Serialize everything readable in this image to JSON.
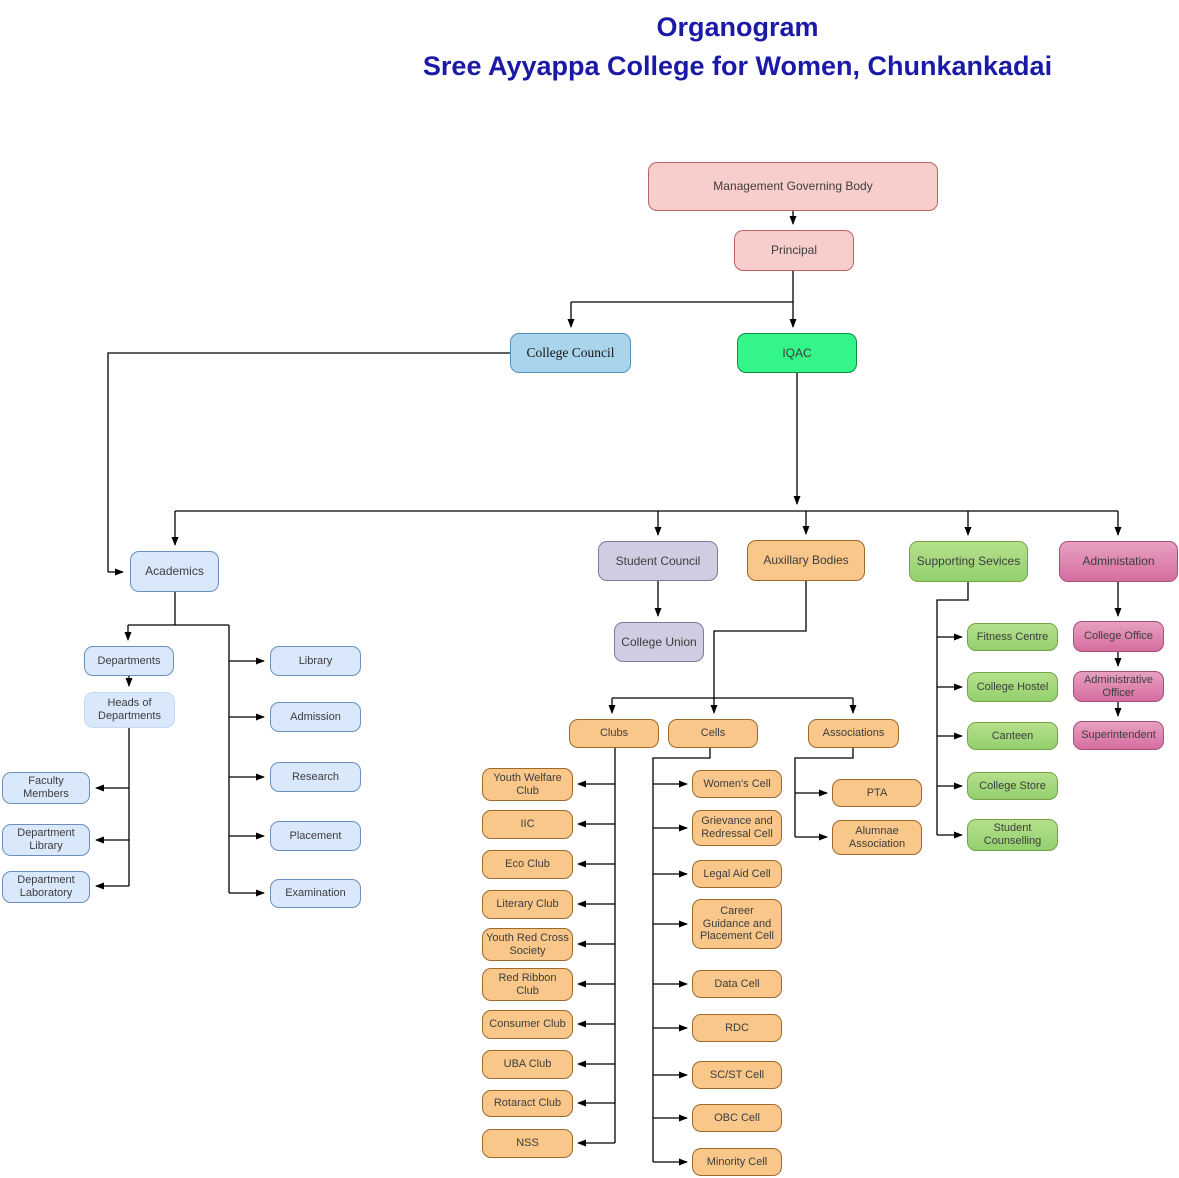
{
  "title": {
    "line1": "Organogram",
    "line2": "Sree Ayyappa College for Women, Chunkankadai"
  },
  "palette": {
    "title_color": "#1b1aa7",
    "pink_fill": "#f8cecc",
    "pink_border": "#bf6360",
    "sky_fill": "#aad4ec",
    "sky_border": "#4f94bd",
    "mint_fill": "#33f588",
    "mint_border": "#0e8c44",
    "blue_fill": "#dae8fc",
    "blue_border": "#6c8ebf",
    "lav_fill": "#cfcde1",
    "lav_border": "#7b7ba0",
    "orange_fill": "#f9c78a",
    "orange_border": "#9d6a28",
    "green_top": "#b6e08c",
    "green_bottom": "#93d06e",
    "green_border": "#75a343",
    "rose_top": "#e7a0c2",
    "rose_bottom": "#d66da0",
    "rose_border": "#a65078"
  },
  "nodes": {
    "management": "Management Governing Body",
    "principal": "Principal",
    "college_council": "College Council",
    "iqac": "IQAC",
    "academics": "Academics",
    "student_council": "Student Council",
    "auxiliary_bodies": "Auxillary Bodies",
    "supporting_services": "Supporting Sevices",
    "administration": "Administation",
    "college_union": "College Union",
    "departments": "Departments",
    "heads_of_departments": "Heads of Departments",
    "faculty_members": "Faculty Members",
    "department_library": "Department Library",
    "department_laboratory": "Department Laboratory",
    "library": "Library",
    "admission": "Admission",
    "research": "Research",
    "placement": "Placement",
    "examination": "Examination",
    "clubs": "Clubs",
    "cells": "Cells",
    "associations": "Associations",
    "pta": "PTA",
    "alumnae_association": "Alumnae Association",
    "fitness_centre": "Fitness Centre",
    "college_hostel": "College Hostel",
    "canteen": "Canteen",
    "college_store": "College Store",
    "student_counselling": "Student Counselling",
    "college_office": "College Office",
    "administrative_officer": "Administrative Officer",
    "superintendent": "Superintendent",
    "clubs_list": [
      "Youth Welfare Club",
      "IIC",
      "Eco Club",
      "Literary Club",
      "Youth Red Cross Society",
      "Red Ribbon Club",
      "Consumer Club",
      "UBA Club",
      "Rotaract Club",
      "NSS"
    ],
    "cells_list": [
      "Women's Cell",
      "Grievance and Redressal Cell",
      "Legal Aid Cell",
      "Career Guidance and Placement Cell",
      "Data Cell",
      "RDC",
      "SC/ST Cell",
      "OBC Cell",
      "Minority Cell"
    ]
  }
}
